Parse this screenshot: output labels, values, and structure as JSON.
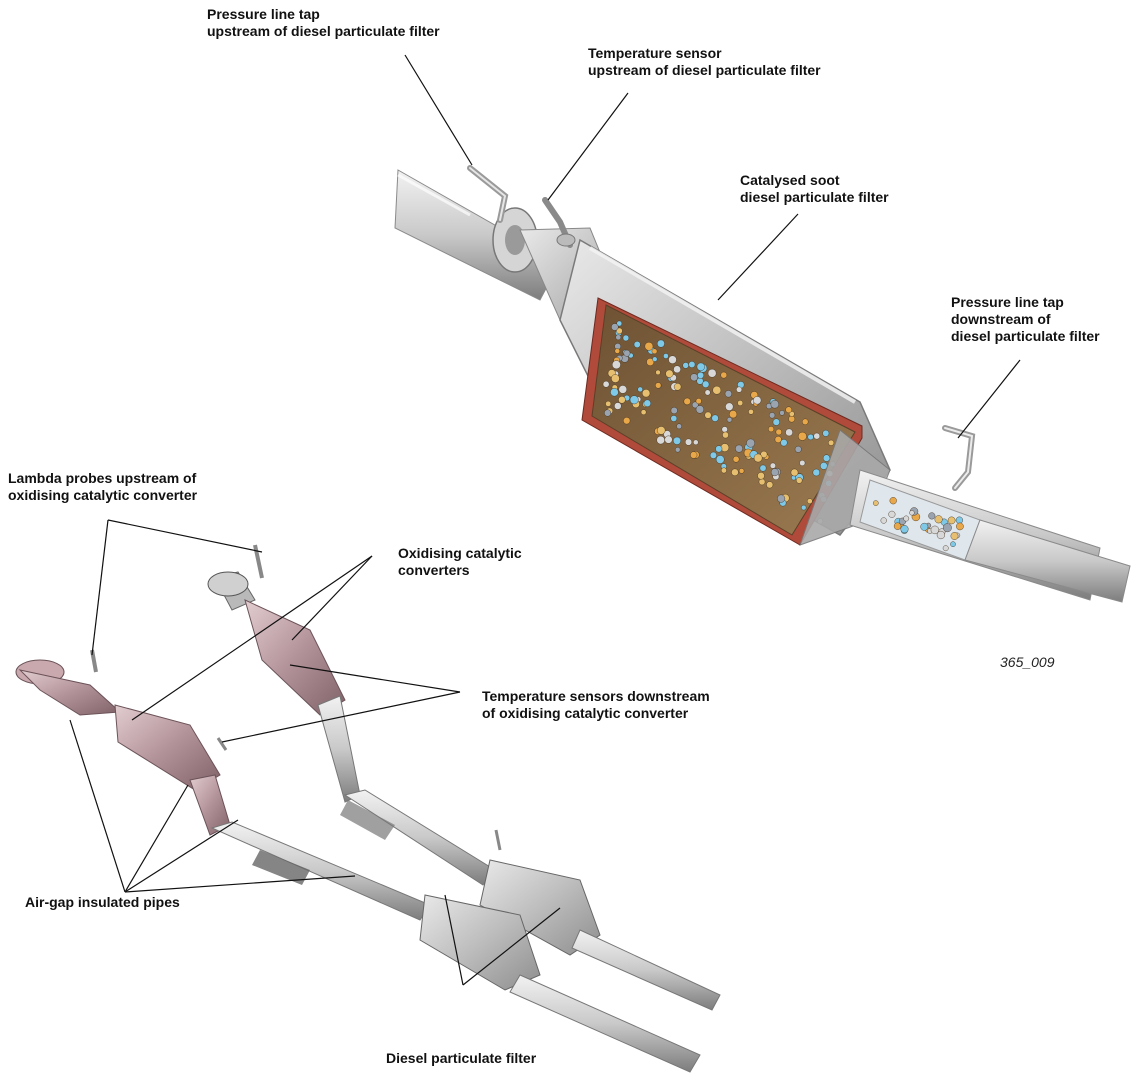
{
  "labels": {
    "pressure_up": [
      "Pressure line tap",
      "upstream of diesel particulate filter"
    ],
    "temp_up": [
      "Temperature sensor",
      "upstream of diesel particulate filter"
    ],
    "catalysed": [
      "Catalysed soot",
      "diesel particulate filter"
    ],
    "pressure_down": [
      "Pressure line tap",
      "downstream of",
      "diesel particulate filter"
    ],
    "lambda": [
      "Lambda probes upstream of",
      "oxidising catalytic converter"
    ],
    "oxidising": [
      "Oxidising catalytic",
      "converters"
    ],
    "temp_down": [
      "Temperature sensors downstream",
      "of oxidising catalytic converter"
    ],
    "airgap": [
      "Air-gap insulated pipes"
    ],
    "dpf": [
      "Diesel particulate filter"
    ]
  },
  "figure_ref": "365_009",
  "colors": {
    "filter_core": "#8a6a45",
    "filter_wall": "#b04a3a",
    "pipe_metal": "#c8c8c8",
    "catalyst_pink": "#b89aa0",
    "particle_orange": "#e8a84a",
    "particle_blue": "#7ec8e8",
    "leader": "#111111"
  }
}
